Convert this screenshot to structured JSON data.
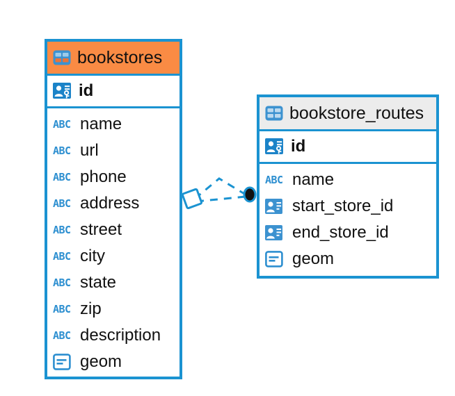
{
  "diagram": {
    "type": "entity-relationship-diagram",
    "background_color": "#FFFFFF",
    "accent_color": "#1B93D1",
    "highlight_color": "#FA8B44",
    "header_gray": "#ECECEC"
  },
  "entities": [
    {
      "id": "bookstores",
      "name": "bookstores",
      "header_style": "accent-orange",
      "table_icon": "table-icon",
      "primary_key": {
        "name": "id",
        "icon": "primary-key-icon"
      },
      "fields": [
        {
          "name": "name",
          "icon": "text-type-icon",
          "icon_label": "ABC"
        },
        {
          "name": "url",
          "icon": "text-type-icon",
          "icon_label": "ABC"
        },
        {
          "name": "phone",
          "icon": "text-type-icon",
          "icon_label": "ABC"
        },
        {
          "name": "address",
          "icon": "text-type-icon",
          "icon_label": "ABC"
        },
        {
          "name": "street",
          "icon": "text-type-icon",
          "icon_label": "ABC"
        },
        {
          "name": "city",
          "icon": "text-type-icon",
          "icon_label": "ABC"
        },
        {
          "name": "state",
          "icon": "text-type-icon",
          "icon_label": "ABC"
        },
        {
          "name": "zip",
          "icon": "text-type-icon",
          "icon_label": "ABC"
        },
        {
          "name": "description",
          "icon": "text-type-icon",
          "icon_label": "ABC"
        },
        {
          "name": "geom",
          "icon": "geometry-type-icon",
          "icon_label": ""
        }
      ]
    },
    {
      "id": "bookstore_routes",
      "name": "bookstore_routes",
      "header_style": "accent-gray",
      "table_icon": "table-icon",
      "primary_key": {
        "name": "id",
        "icon": "primary-key-icon"
      },
      "fields": [
        {
          "name": "name",
          "icon": "text-type-icon",
          "icon_label": "ABC"
        },
        {
          "name": "start_store_id",
          "icon": "foreign-key-icon",
          "icon_label": ""
        },
        {
          "name": "end_store_id",
          "icon": "foreign-key-icon",
          "icon_label": ""
        },
        {
          "name": "geom",
          "icon": "geometry-type-icon",
          "icon_label": ""
        }
      ]
    }
  ],
  "relationship": {
    "from_entity": "bookstores",
    "to_entity": "bookstore_routes",
    "from_marker": "diamond-marker",
    "to_marker": "filled-circle-marker",
    "line_style": "dashed",
    "line_color": "#1B93D1"
  }
}
